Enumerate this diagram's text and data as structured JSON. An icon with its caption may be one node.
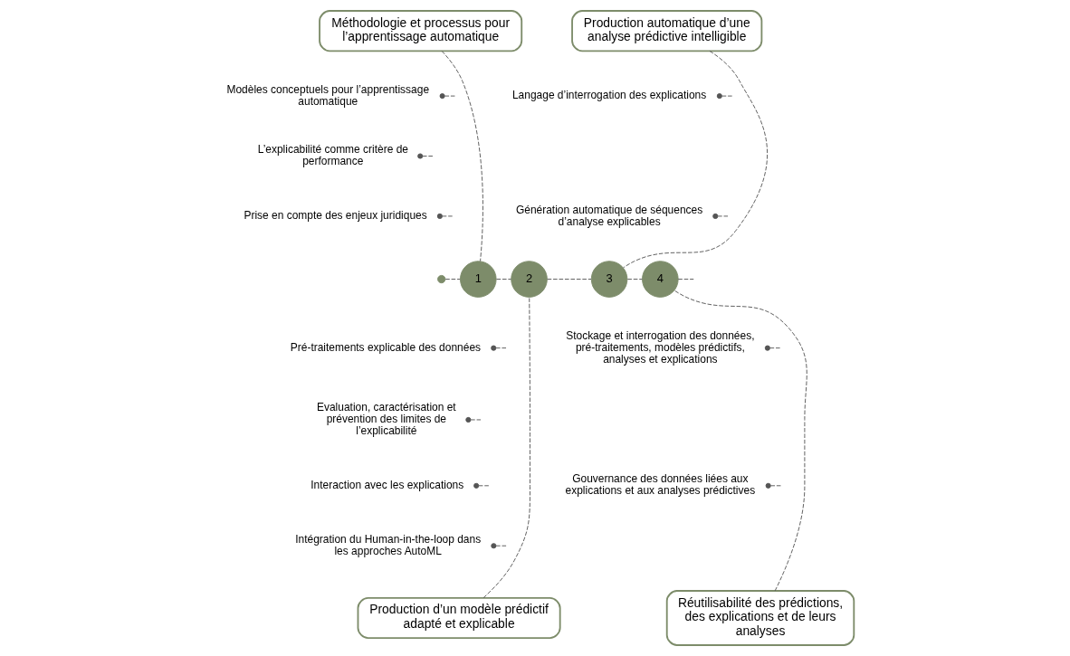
{
  "diagram": {
    "nodes": [
      {
        "text": [
          "Méthodologie et processus pour l’apprentissage automatique"
        ]
      },
      {
        "text": [
          "Modèles conceptuels pour l’apprentissage automatique"
        ]
      },
      {
        "text": [
          "L’explicabilité comme critère de performance"
        ]
      },
      {
        "text": [
          "Prise en compte des enjeux juridiques"
        ]
      },
      {
        "text": [
          "Production automatique d’une analyse prédictive intelligible"
        ]
      },
      {
        "text": [
          "Langage d’interrogation des explications"
        ]
      },
      {
        "text": [
          "Génération automatique de séquences d’analyse explicables"
        ]
      },
      {
        "text": [],
        "shape": "circle"
      },
      {
        "text": [
          "1"
        ]
      },
      {
        "text": [
          "2"
        ]
      },
      {
        "text": [
          "3"
        ]
      },
      {
        "text": [
          "4"
        ]
      },
      {
        "text": [
          "Pré-traitements explicable des données"
        ]
      },
      {
        "text": [
          "Evaluation, caractérisation et prévention des limites de l’explicabilité"
        ]
      },
      {
        "text": [
          "Interaction avec les explications"
        ]
      },
      {
        "text": [
          "Intégration du Human-in-the-loop dans les approches AutoML"
        ]
      },
      {
        "text": [
          "Stockage et interrogation des données, pré-traitements, modèles prédictifs, analyses et explications"
        ]
      },
      {
        "text": [
          "Gouvernance des données liées aux explications et aux analyses prédictives"
        ]
      },
      {
        "text": [
          "Réutilisabilité des prédictions, des explications et de leurs analyses"
        ]
      },
      {
        "text": [
          "Production d’un modèle prédictif adapté et explicable"
        ]
      }
    ],
    "edges": [
      {
        "from": 0,
        "to": 8,
        "arrow": "none",
        "style": "dashed"
      },
      {
        "from": 1,
        "to": null,
        "arrow": "other",
        "style": "dashed"
      },
      {
        "from": 2,
        "to": null,
        "arrow": "other",
        "style": "dashed"
      },
      {
        "from": 3,
        "to": null,
        "arrow": "other",
        "style": "dashed"
      },
      {
        "from": 4,
        "to": 10,
        "arrow": "none",
        "style": "dashed"
      },
      {
        "from": 5,
        "to": null,
        "arrow": "other",
        "style": "dashed"
      },
      {
        "from": 6,
        "to": null,
        "arrow": "other",
        "style": "dashed"
      },
      {
        "from": 7,
        "to": 8,
        "arrow": "none",
        "style": "dashed"
      },
      {
        "from": 8,
        "to": 9,
        "arrow": "none",
        "style": "dashed"
      },
      {
        "from": 9,
        "to": 10,
        "arrow": "none",
        "style": "dashed"
      },
      {
        "from": 10,
        "to": 11,
        "arrow": "none",
        "style": "dashed"
      },
      {
        "from": 11,
        "to": null,
        "arrow": "none",
        "style": "dashed"
      },
      {
        "from": 12,
        "to": null,
        "arrow": "other",
        "style": "dashed"
      },
      {
        "from": 13,
        "to": null,
        "arrow": "other",
        "style": "dashed"
      },
      {
        "from": 14,
        "to": null,
        "arrow": "other",
        "style": "dashed"
      },
      {
        "from": 15,
        "to": null,
        "arrow": "other",
        "style": "dashed"
      },
      {
        "from": 16,
        "to": null,
        "arrow": "other",
        "style": "dashed"
      },
      {
        "from": 17,
        "to": null,
        "arrow": "other",
        "style": "dashed"
      },
      {
        "from": 18,
        "to": 11,
        "arrow": "none",
        "style": "dashed"
      },
      {
        "from": 19,
        "to": 9,
        "arrow": "none",
        "style": "dashed"
      }
    ]
  }
}
